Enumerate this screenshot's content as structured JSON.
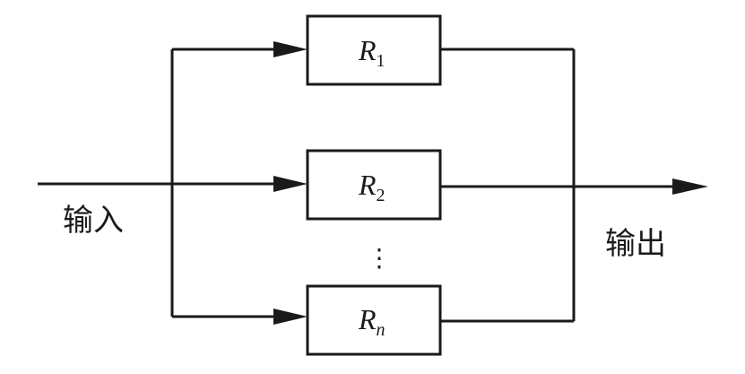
{
  "diagram": {
    "input_label": "输入",
    "output_label": "输出",
    "ellipsis": "⋮",
    "blocks": [
      {
        "symbol": "R",
        "subscript": "1"
      },
      {
        "symbol": "R",
        "subscript": "2"
      },
      {
        "symbol": "R",
        "subscript": "n"
      }
    ],
    "colors": {
      "stroke": "#1a1a1a",
      "background": "#ffffff"
    }
  }
}
